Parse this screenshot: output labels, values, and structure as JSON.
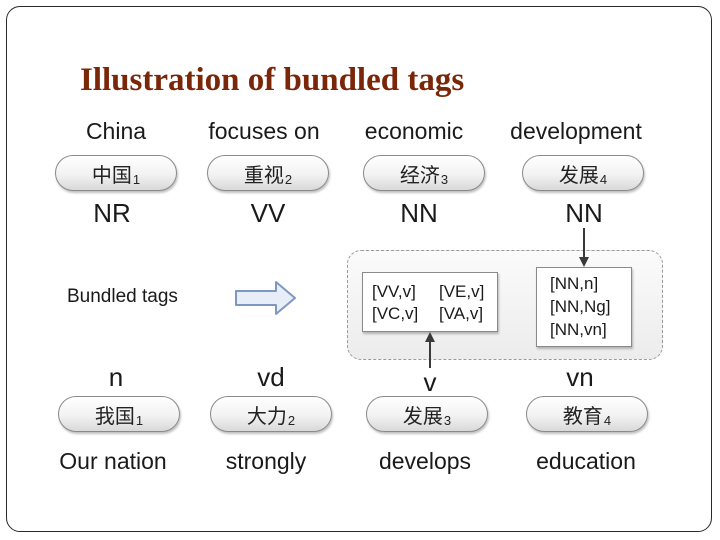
{
  "title": "Illustration of bundled tags",
  "top_row": [
    {
      "english": "China",
      "chinese": "中国",
      "index": "1",
      "tag": "NR"
    },
    {
      "english": "focuses on",
      "chinese": "重视",
      "index": "2",
      "tag": "VV"
    },
    {
      "english": "economic",
      "chinese": "经济",
      "index": "3",
      "tag": "NN"
    },
    {
      "english": "development",
      "chinese": "发展",
      "index": "4",
      "tag": "NN"
    }
  ],
  "bundled_label": "Bundled  tags",
  "bundle_left": [
    "[VV,v]",
    "[VE,v]",
    "[VC,v]",
    "[VA,v]"
  ],
  "bundle_right": [
    "[NN,n]",
    "[NN,Ng]",
    "[NN,vn]"
  ],
  "bottom_row": [
    {
      "tag": "n",
      "chinese": "我国",
      "index": "1",
      "english": "Our nation"
    },
    {
      "tag": "vd",
      "chinese": "大力",
      "index": "2",
      "english": "strongly"
    },
    {
      "tag": "v",
      "chinese": "发展",
      "index": "3",
      "english": "develops"
    },
    {
      "tag": "vn",
      "chinese": "教育",
      "index": "4",
      "english": "education"
    }
  ],
  "colors": {
    "title": "#7a2608",
    "arrow_fill": "#e8eef8",
    "arrow_stroke": "#7f98c2"
  }
}
